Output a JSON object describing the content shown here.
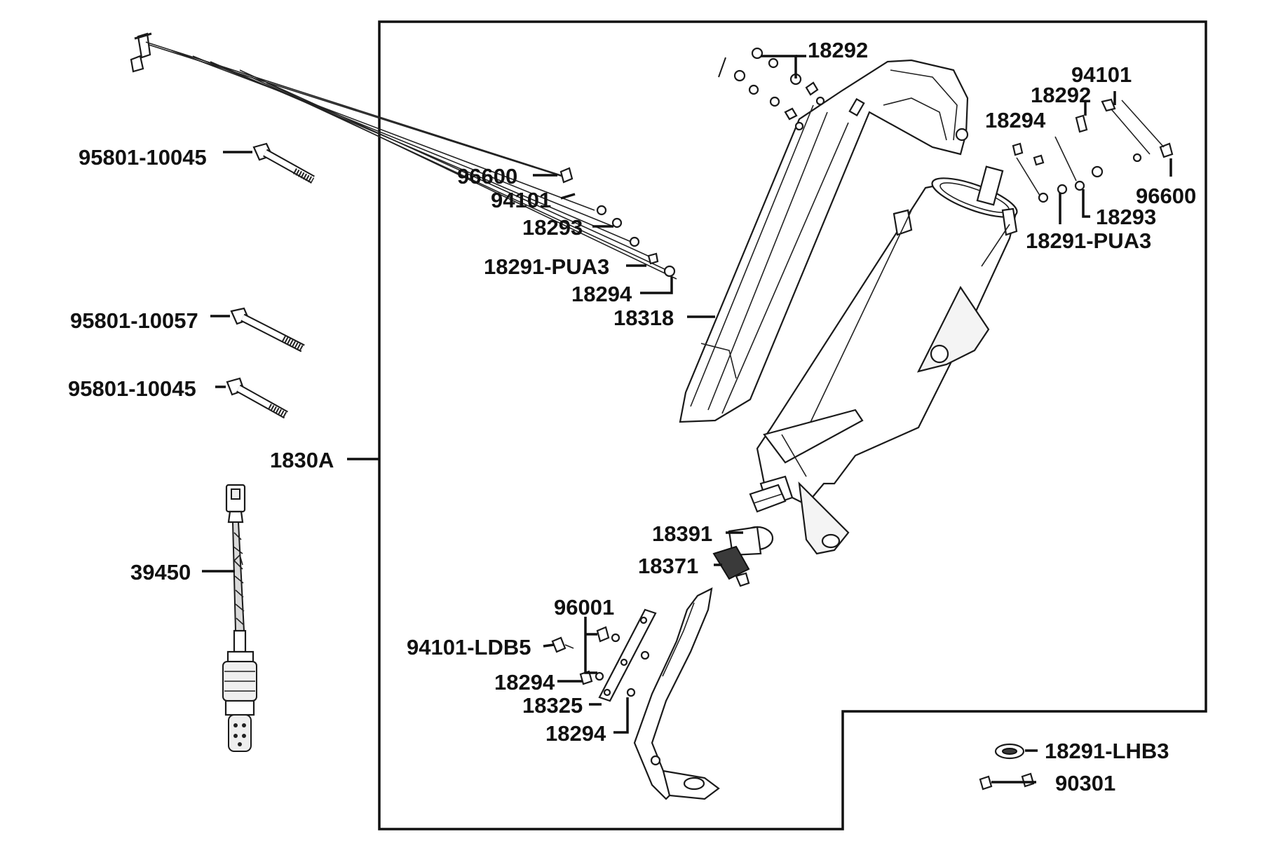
{
  "labels": {
    "b1": "95801-10045",
    "b2": "95801-10057",
    "b3": "95801-10045",
    "assembly": "1830A",
    "sensor": "39450",
    "l_18292": "18292",
    "l_96600": "96600",
    "l_94101": "94101",
    "l_18293": "18293",
    "l_18291pua3": "18291-PUA3",
    "l_18294": "18294",
    "l_18318": "18318",
    "r_94101": "94101",
    "r_18292": "18292",
    "r_18294": "18294",
    "r_96600": "96600",
    "r_18293": "18293",
    "r_18291pua3": "18291-PUA3",
    "l_18391": "18391",
    "l_18371": "18371",
    "l_96001": "96001",
    "l_94101ldb5": "94101-LDB5",
    "p_18294a": "18294",
    "p_18325": "18325",
    "p_18294b": "18294",
    "l_18291lhb3": "18291-LHB3",
    "l_90301": "90301"
  }
}
